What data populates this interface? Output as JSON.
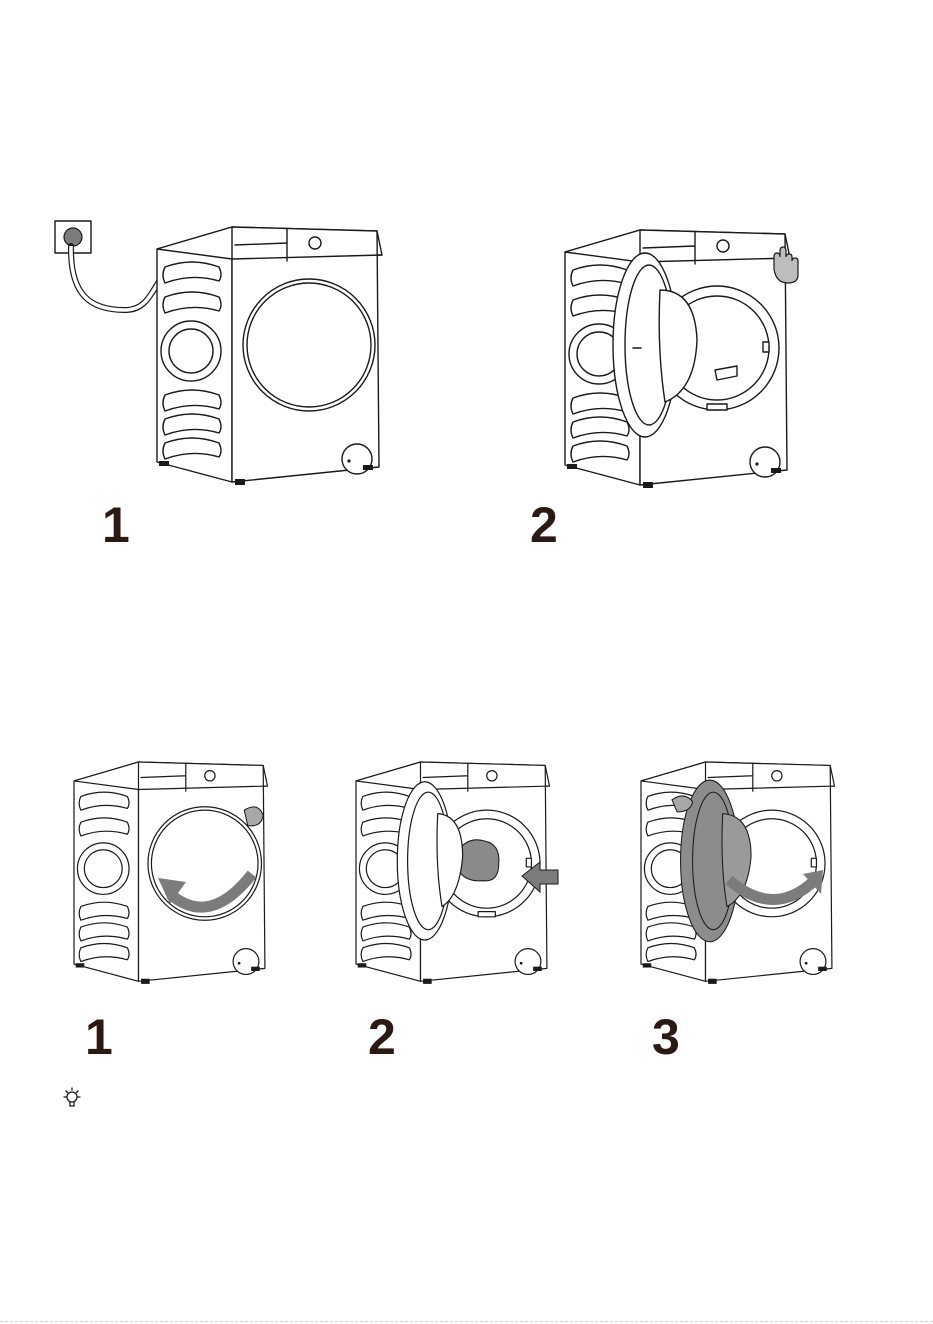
{
  "section_power": {
    "steps": [
      {
        "number": "1"
      },
      {
        "number": "2"
      }
    ]
  },
  "section_loading": {
    "steps": [
      {
        "number": "1"
      },
      {
        "number": "2"
      },
      {
        "number": "3"
      }
    ]
  },
  "icons": {
    "tip": "lightbulb-icon",
    "plug": "wall-socket-icon",
    "hand": "hand-press-icon",
    "rotate_arrow": "rotate-arrow-icon",
    "insert_arrow": "insert-arrow-icon",
    "close_arrow": "close-door-arrow-icon"
  },
  "colors": {
    "line": "#1a1a1a",
    "accent_gray": "#7c7c7c",
    "number": "#2b1a14"
  }
}
